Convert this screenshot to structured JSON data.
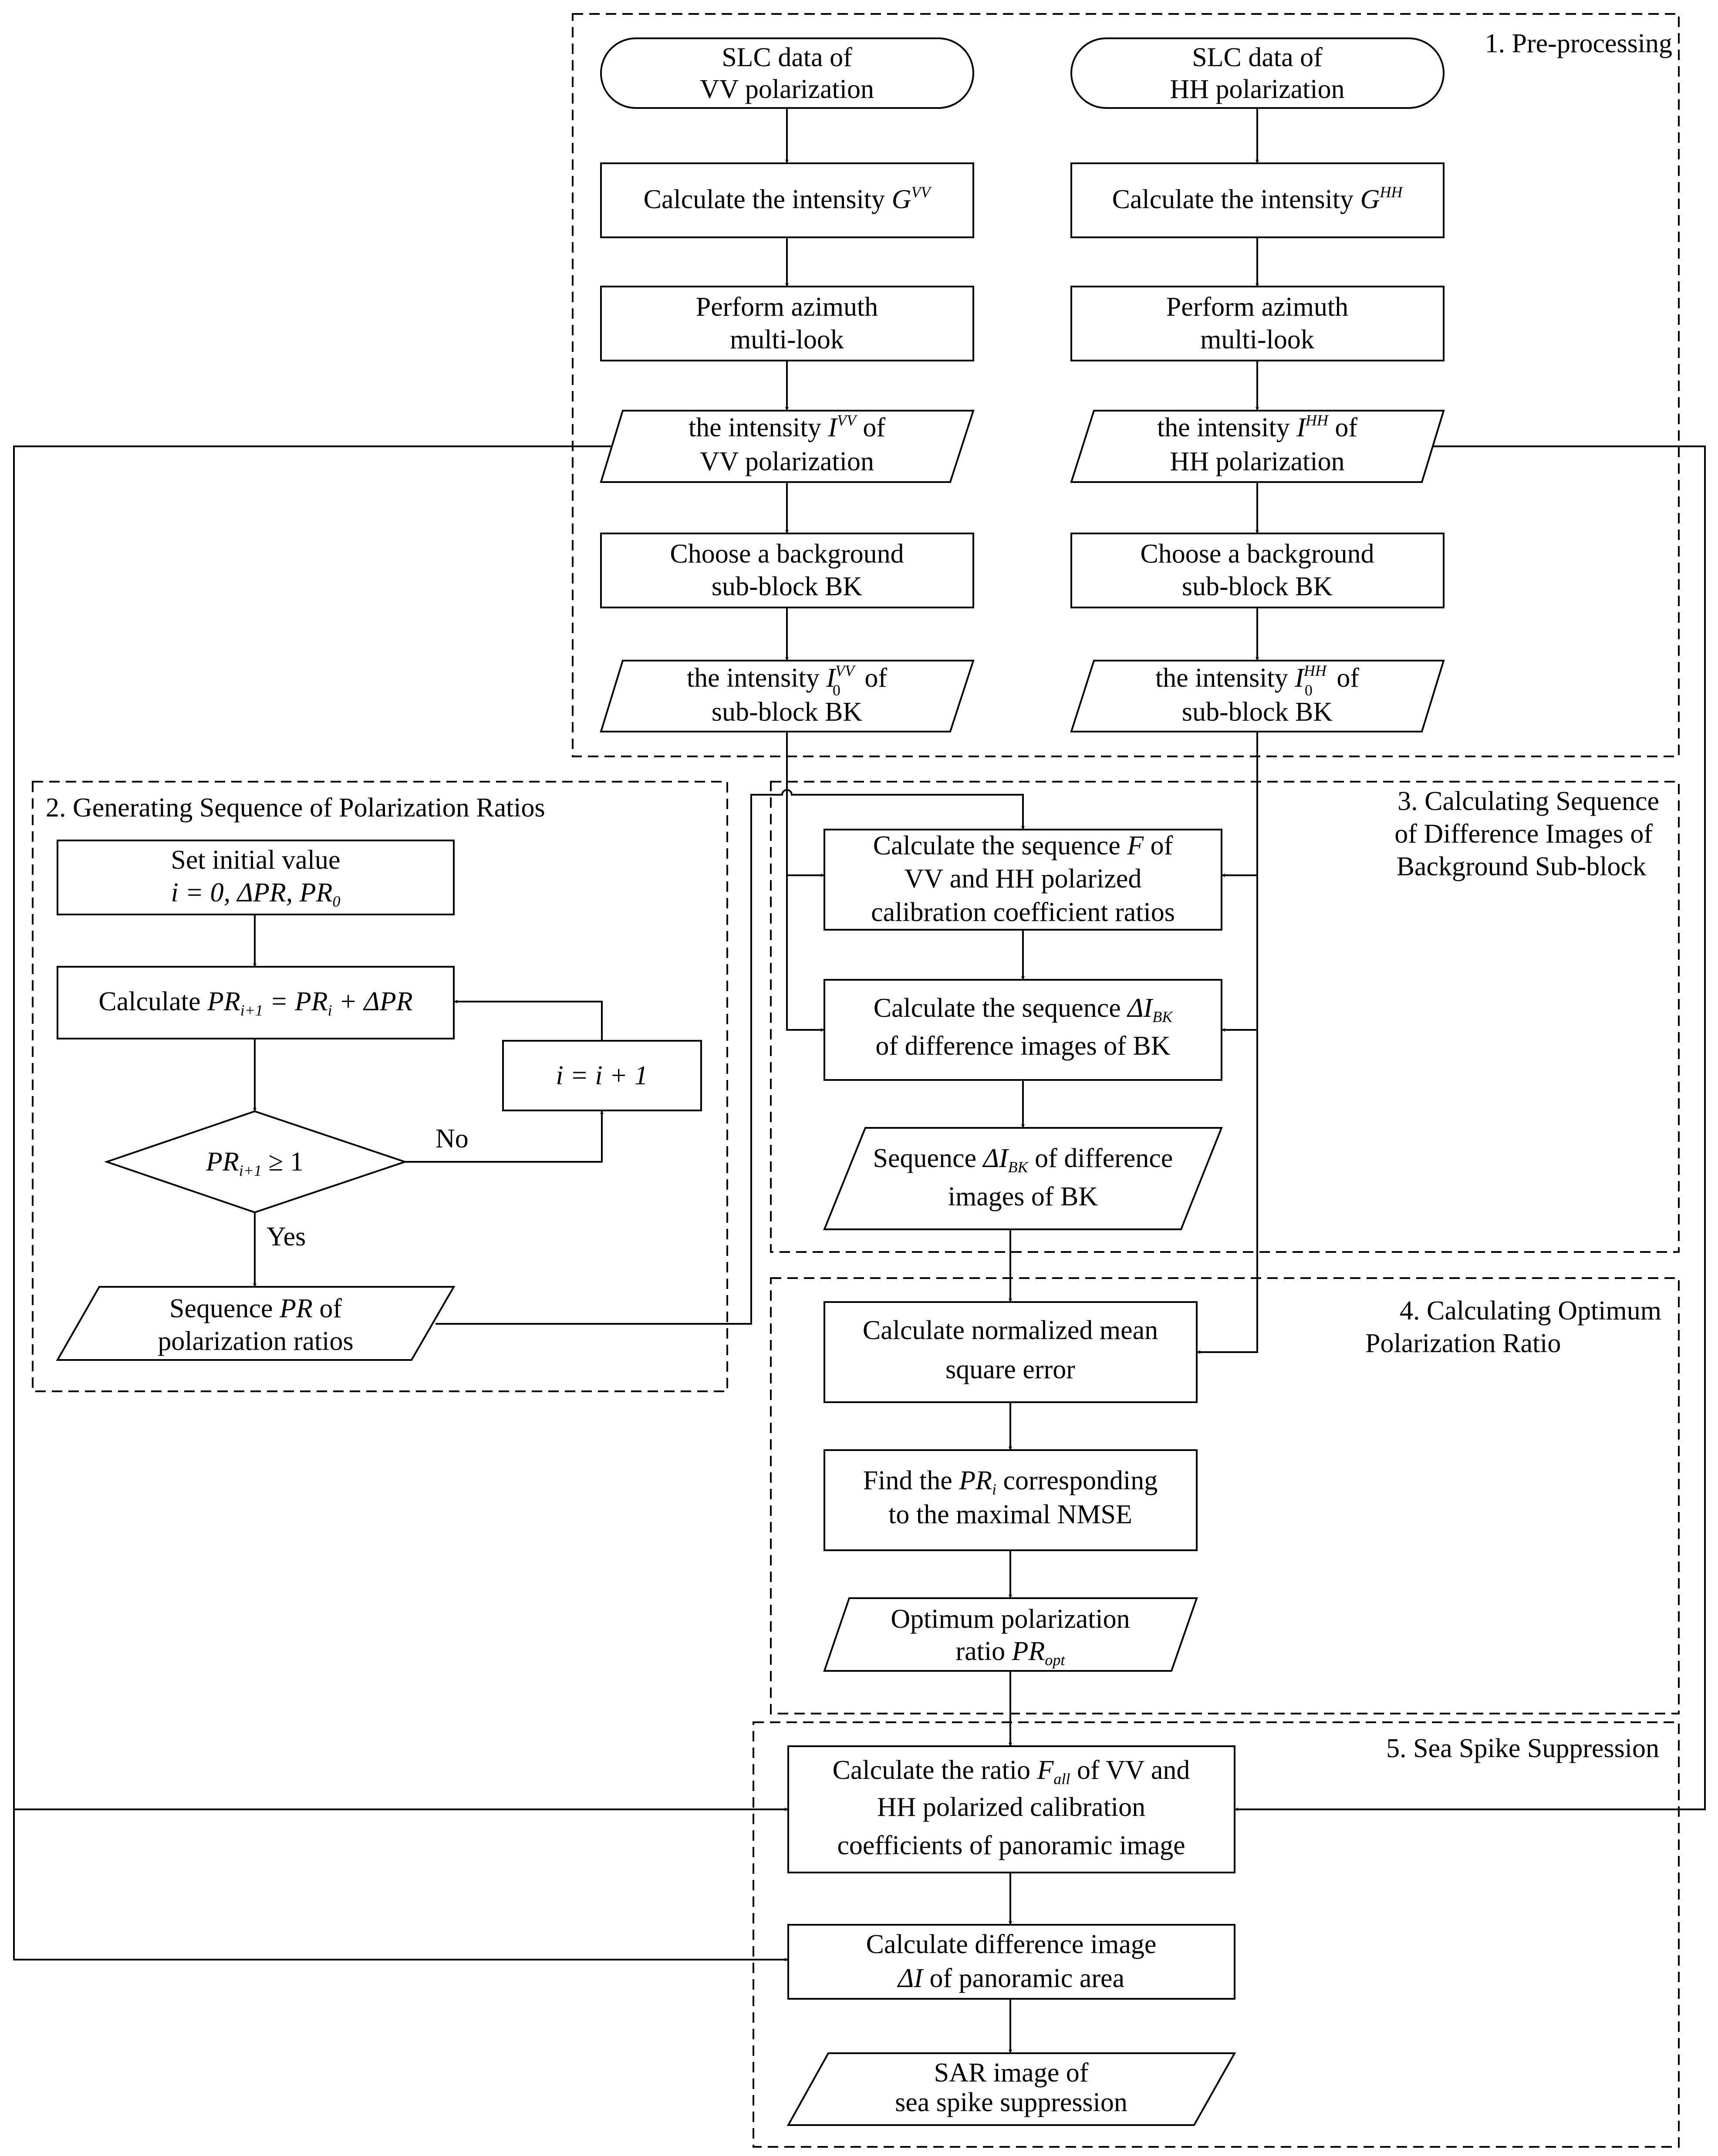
{
  "sections": {
    "s1": "1. Pre-processing",
    "s2": "2. Generating Sequence of Polarization Ratios",
    "s3_l1": "3. Calculating Sequence",
    "s3_l2": "of Difference Images of",
    "s3_l3": "Background Sub-block",
    "s4_l1": "4. Calculating Optimum",
    "s4_l2": "Polarization Ratio",
    "s5": "5. Sea Spike Suppression"
  },
  "vv": {
    "slc_l1": "SLC data of",
    "slc_l2": "VV polarization",
    "calc_int": "Calculate the intensity",
    "calc_int_sym": "G",
    "calc_int_sup": "VV",
    "multilook_l1": "Perform azimuth",
    "multilook_l2": "multi-look",
    "int_pre": "the intensity",
    "int_sym": "I",
    "int_sup": "VV",
    "int_post": "of",
    "int_l2": "VV polarization",
    "bk_l1": "Choose a background",
    "bk_l2": "sub-block BK",
    "int0_pre": "the intensity",
    "int0_sym": "I",
    "int0_sup": "VV",
    "int0_sub": "0",
    "int0_post": "of",
    "int0_l2": "sub-block BK"
  },
  "hh": {
    "slc_l1": "SLC data of",
    "slc_l2": "HH polarization",
    "calc_int": "Calculate the intensity",
    "calc_int_sym": "G",
    "calc_int_sup": "HH",
    "multilook_l1": "Perform azimuth",
    "multilook_l2": "multi-look",
    "int_pre": "the intensity",
    "int_sym": "I",
    "int_sup": "HH",
    "int_post": "of",
    "int_l2": "HH polarization",
    "bk_l1": "Choose a background",
    "bk_l2": "sub-block BK",
    "int0_pre": "the intensity",
    "int0_sym": "I",
    "int0_sup": "HH",
    "int0_sub": "0",
    "int0_post": "of",
    "int0_l2": "sub-block BK"
  },
  "pr": {
    "init_l1": "Set initial value",
    "init_l2": "i = 0, ΔPR, PR",
    "init_sub": "0",
    "calc_pre": "Calculate",
    "calc_eq_a": "PR",
    "calc_eq_a_sub": "i+1",
    "calc_eq_b": "= PR",
    "calc_eq_b_sub": "i",
    "calc_eq_c": "+ ΔPR",
    "incr": "i = i + 1",
    "cond": "PR",
    "cond_sub": "i+1",
    "cond_post": "≥ 1",
    "no": "No",
    "yes": "Yes",
    "seq_pre": "Sequence",
    "seq_sym": "PR",
    "seq_post": "of",
    "seq_l2": "polarization ratios"
  },
  "bgdiff": {
    "f_l1_pre": "Calculate the sequence",
    "f_l1_sym": "F",
    "f_l1_post": "of",
    "f_l2": "VV and HH polarized",
    "f_l3": "calibration coefficient ratios",
    "di_l1_pre": "Calculate the sequence",
    "di_l1_sym": "ΔI",
    "di_l1_sub": "BK",
    "di_l2": "of difference images of BK",
    "seq_l1_pre": "Sequence",
    "seq_l1_sym": "ΔI",
    "seq_l1_sub": "BK",
    "seq_l1_post": "of difference",
    "seq_l2": "images of BK"
  },
  "opt": {
    "nmse_l1": "Calculate normalized mean",
    "nmse_l2": "square error",
    "find_l1_pre": "Find the",
    "find_l1_sym": "PR",
    "find_l1_sub": "i",
    "find_l1_post": "corresponding",
    "find_l2": "to the maximal NMSE",
    "out_l1": "Optimum polarization",
    "out_l2_pre": "ratio",
    "out_l2_sym": "PR",
    "out_l2_sub": "opt"
  },
  "sup": {
    "fall_l1_pre": "Calculate the ratio",
    "fall_l1_sym": "F",
    "fall_l1_sub": "all",
    "fall_l1_post": "of VV and",
    "fall_l2": "HH polarized calibration",
    "fall_l3": "coefficients of panoramic image",
    "diff_l1": "Calculate difference image",
    "diff_l2_sym": "ΔI",
    "diff_l2_post": "of panoramic area",
    "sar_l1": "SAR image of",
    "sar_l2": "sea spike suppression"
  }
}
